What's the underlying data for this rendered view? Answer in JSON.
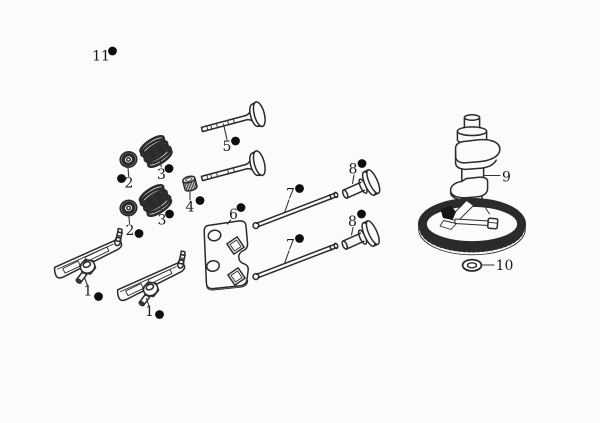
{
  "colors": {
    "background": "#fbfbf9",
    "line": "#2b2b2b",
    "label": "#1b1b1b",
    "dot": "#0e0e0e"
  },
  "callouts": [
    {
      "id": "11",
      "label": "11"
    },
    {
      "id": "2a",
      "label": "2"
    },
    {
      "id": "3a",
      "label": "3"
    },
    {
      "id": "2b",
      "label": "2"
    },
    {
      "id": "3b",
      "label": "3"
    },
    {
      "id": "4",
      "label": "4"
    },
    {
      "id": "5",
      "label": "5"
    },
    {
      "id": "6",
      "label": "6"
    },
    {
      "id": "7a",
      "label": "7"
    },
    {
      "id": "7b",
      "label": "7"
    },
    {
      "id": "8a",
      "label": "8"
    },
    {
      "id": "8b",
      "label": "8"
    },
    {
      "id": "9",
      "label": "9"
    },
    {
      "id": "10",
      "label": "10"
    },
    {
      "id": "1a",
      "label": "1"
    },
    {
      "id": "1b",
      "label": "1"
    }
  ]
}
